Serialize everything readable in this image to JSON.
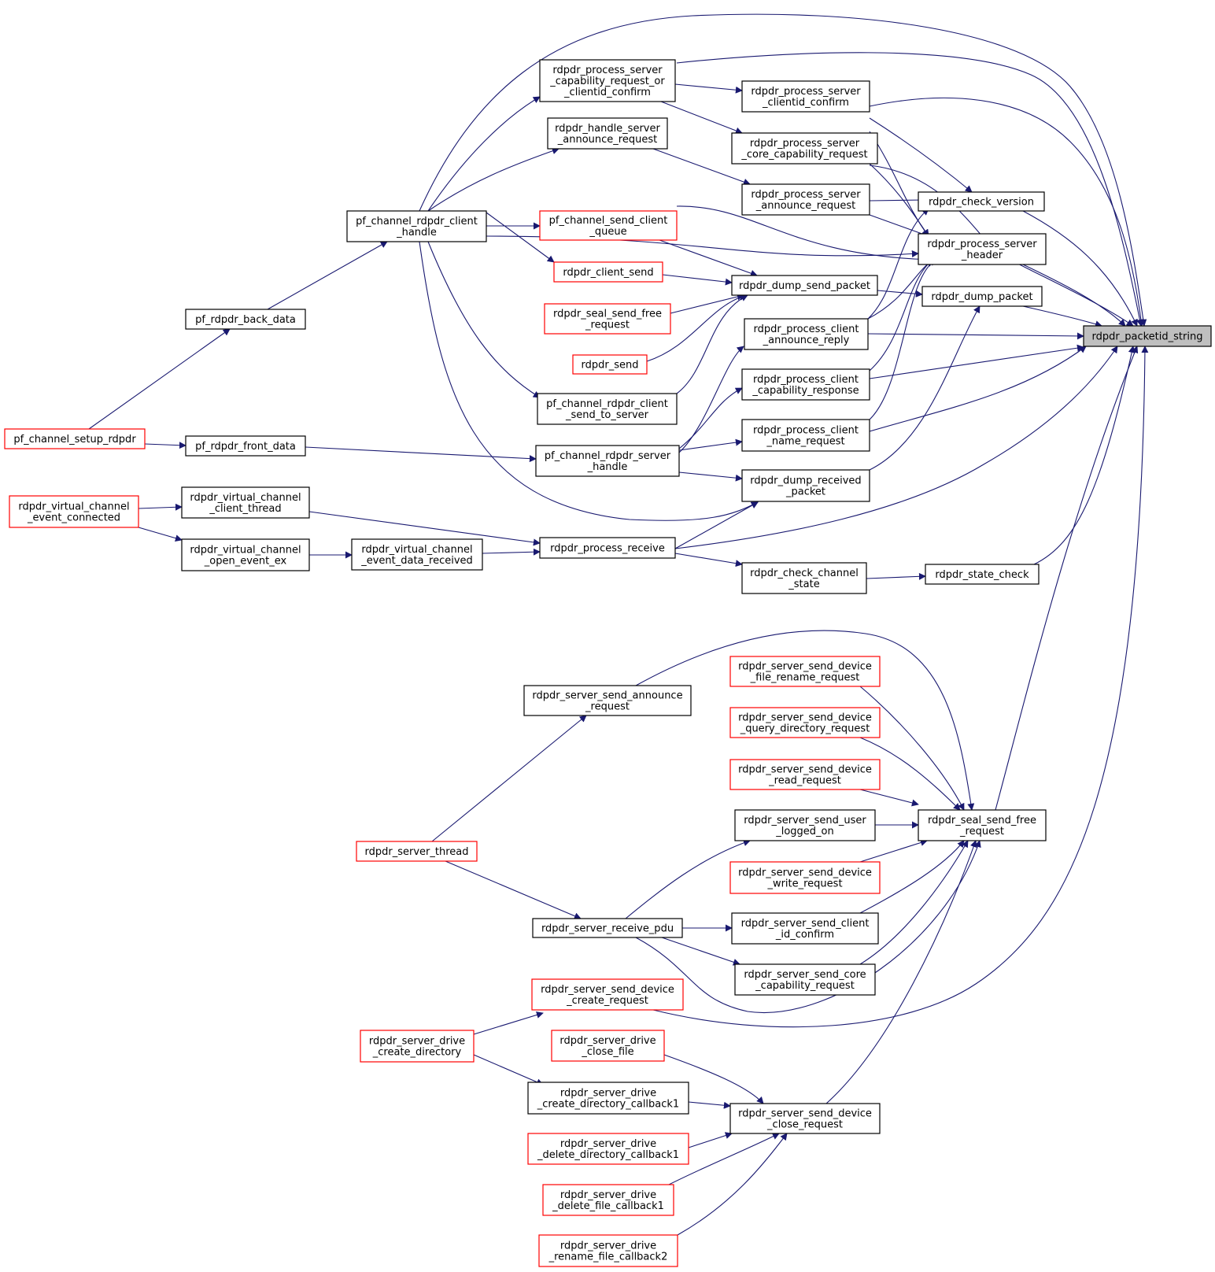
{
  "graph": {
    "colors": {
      "edge": "#191970",
      "border_linked": "#000000",
      "border_external": "#ff0000",
      "highlight_fill": "#bfbfbf",
      "fill": "#ffffff"
    },
    "nodes": [
      {
        "id": "rdpdr_packetid_string",
        "lines": [
          "rdpdr_packetid_string"
        ],
        "highlight": true
      },
      {
        "id": "rdpdr_process_server_capability_request_or_clientid_confirm",
        "lines": [
          "rdpdr_process_server",
          "_capability_request_or",
          "_clientid_confirm"
        ]
      },
      {
        "id": "rdpdr_process_server_clientid_confirm",
        "lines": [
          "rdpdr_process_server",
          "_clientid_confirm"
        ]
      },
      {
        "id": "rdpdr_handle_server_announce_request",
        "lines": [
          "rdpdr_handle_server",
          "_announce_request"
        ]
      },
      {
        "id": "rdpdr_process_server_core_capability_request",
        "lines": [
          "rdpdr_process_server",
          "_core_capability_request"
        ]
      },
      {
        "id": "rdpdr_process_server_announce_request",
        "lines": [
          "rdpdr_process_server",
          "_announce_request"
        ]
      },
      {
        "id": "rdpdr_check_version",
        "lines": [
          "rdpdr_check_version"
        ]
      },
      {
        "id": "pf_channel_rdpdr_client_handle",
        "lines": [
          "pf_channel_rdpdr_client",
          "_handle"
        ]
      },
      {
        "id": "pf_channel_send_client_queue",
        "lines": [
          "pf_channel_send_client",
          "_queue"
        ],
        "external": true
      },
      {
        "id": "rdpdr_process_server_header",
        "lines": [
          "rdpdr_process_server",
          "_header"
        ]
      },
      {
        "id": "rdpdr_client_send",
        "lines": [
          "rdpdr_client_send"
        ],
        "external": true
      },
      {
        "id": "rdpdr_dump_send_packet",
        "lines": [
          "rdpdr_dump_send_packet"
        ]
      },
      {
        "id": "rdpdr_dump_packet",
        "lines": [
          "rdpdr_dump_packet"
        ]
      },
      {
        "id": "pf_rdpdr_back_data",
        "lines": [
          "pf_rdpdr_back_data"
        ]
      },
      {
        "id": "rdpdr_seal_send_free_request_ext",
        "lines": [
          "rdpdr_seal_send_free",
          "_request"
        ],
        "external": true
      },
      {
        "id": "rdpdr_process_client_announce_reply",
        "lines": [
          "rdpdr_process_client",
          "_announce_reply"
        ]
      },
      {
        "id": "rdpdr_send",
        "lines": [
          "rdpdr_send"
        ],
        "external": true
      },
      {
        "id": "rdpdr_process_client_capability_response",
        "lines": [
          "rdpdr_process_client",
          "_capability_response"
        ]
      },
      {
        "id": "pf_channel_rdpdr_client_send_to_server",
        "lines": [
          "pf_channel_rdpdr_client",
          "_send_to_server"
        ]
      },
      {
        "id": "pf_channel_setup_rdpdr",
        "lines": [
          "pf_channel_setup_rdpdr"
        ],
        "external": true
      },
      {
        "id": "pf_rdpdr_front_data",
        "lines": [
          "pf_rdpdr_front_data"
        ]
      },
      {
        "id": "rdpdr_process_client_name_request",
        "lines": [
          "rdpdr_process_client",
          "_name_request"
        ]
      },
      {
        "id": "pf_channel_rdpdr_server_handle",
        "lines": [
          "pf_channel_rdpdr_server",
          "_handle"
        ]
      },
      {
        "id": "rdpdr_dump_received_packet",
        "lines": [
          "rdpdr_dump_received",
          "_packet"
        ]
      },
      {
        "id": "rdpdr_virtual_channel_event_connected",
        "lines": [
          "rdpdr_virtual_channel",
          "_event_connected"
        ],
        "external": true
      },
      {
        "id": "rdpdr_virtual_channel_client_thread",
        "lines": [
          "rdpdr_virtual_channel",
          "_client_thread"
        ]
      },
      {
        "id": "rdpdr_virtual_channel_open_event_ex",
        "lines": [
          "rdpdr_virtual_channel",
          "_open_event_ex"
        ]
      },
      {
        "id": "rdpdr_virtual_channel_event_data_received",
        "lines": [
          "rdpdr_virtual_channel",
          "_event_data_received"
        ]
      },
      {
        "id": "rdpdr_process_receive",
        "lines": [
          "rdpdr_process_receive"
        ]
      },
      {
        "id": "rdpdr_check_channel_state",
        "lines": [
          "rdpdr_check_channel",
          "_state"
        ]
      },
      {
        "id": "rdpdr_state_check",
        "lines": [
          "rdpdr_state_check"
        ]
      },
      {
        "id": "rdpdr_server_send_device_file_rename_request",
        "lines": [
          "rdpdr_server_send_device",
          "_file_rename_request"
        ],
        "external": true
      },
      {
        "id": "rdpdr_server_send_announce_request",
        "lines": [
          "rdpdr_server_send_announce",
          "_request"
        ]
      },
      {
        "id": "rdpdr_server_send_device_query_directory_request",
        "lines": [
          "rdpdr_server_send_device",
          "_query_directory_request"
        ],
        "external": true
      },
      {
        "id": "rdpdr_server_send_device_read_request",
        "lines": [
          "rdpdr_server_send_device",
          "_read_request"
        ],
        "external": true
      },
      {
        "id": "rdpdr_server_send_user_logged_on",
        "lines": [
          "rdpdr_server_send_user",
          "_logged_on"
        ]
      },
      {
        "id": "rdpdr_seal_send_free_request",
        "lines": [
          "rdpdr_seal_send_free",
          "_request"
        ]
      },
      {
        "id": "rdpdr_server_thread",
        "lines": [
          "rdpdr_server_thread"
        ],
        "external": true
      },
      {
        "id": "rdpdr_server_send_device_write_request",
        "lines": [
          "rdpdr_server_send_device",
          "_write_request"
        ],
        "external": true
      },
      {
        "id": "rdpdr_server_receive_pdu",
        "lines": [
          "rdpdr_server_receive_pdu"
        ]
      },
      {
        "id": "rdpdr_server_send_client_id_confirm",
        "lines": [
          "rdpdr_server_send_client",
          "_id_confirm"
        ]
      },
      {
        "id": "rdpdr_server_send_core_capability_request",
        "lines": [
          "rdpdr_server_send_core",
          "_capability_request"
        ]
      },
      {
        "id": "rdpdr_server_send_device_create_request",
        "lines": [
          "rdpdr_server_send_device",
          "_create_request"
        ],
        "external": true
      },
      {
        "id": "rdpdr_server_drive_create_directory",
        "lines": [
          "rdpdr_server_drive",
          "_create_directory"
        ],
        "external": true
      },
      {
        "id": "rdpdr_server_drive_close_file",
        "lines": [
          "rdpdr_server_drive",
          "_close_file"
        ],
        "external": true
      },
      {
        "id": "rdpdr_server_drive_create_directory_callback1",
        "lines": [
          "rdpdr_server_drive",
          "_create_directory_callback1"
        ]
      },
      {
        "id": "rdpdr_server_send_device_close_request",
        "lines": [
          "rdpdr_server_send_device",
          "_close_request"
        ]
      },
      {
        "id": "rdpdr_server_drive_delete_directory_callback1",
        "lines": [
          "rdpdr_server_drive",
          "_delete_directory_callback1"
        ],
        "external": true
      },
      {
        "id": "rdpdr_server_drive_delete_file_callback1",
        "lines": [
          "rdpdr_server_drive",
          "_delete_file_callback1"
        ],
        "external": true
      },
      {
        "id": "rdpdr_server_drive_rename_file_callback2",
        "lines": [
          "rdpdr_server_drive",
          "_rename_file_callback2"
        ],
        "external": true
      }
    ]
  }
}
